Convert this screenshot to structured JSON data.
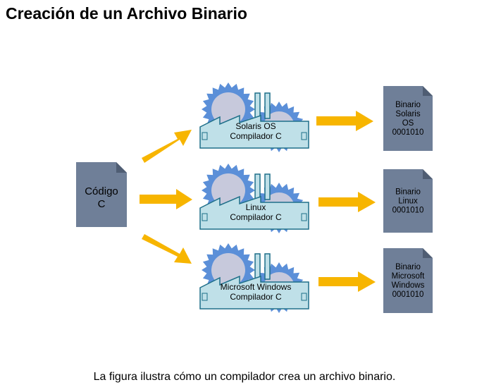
{
  "title": "Creación de un Archivo Binario",
  "source": {
    "line1": "Código",
    "line2": "C"
  },
  "compilers": [
    {
      "line1": "Solaris OS",
      "line2": "Compilador C"
    },
    {
      "line1": "Linux",
      "line2": "Compilador C"
    },
    {
      "line1": "Microsoft Windows",
      "line2": "Compilador C"
    }
  ],
  "binaries": [
    {
      "lines": [
        "Binario",
        "Solaris",
        "OS",
        "0001010"
      ]
    },
    {
      "lines": [
        "Binario",
        "Linux",
        "0001010"
      ]
    },
    {
      "lines": [
        "Binario",
        "Microsoft",
        "Windows",
        "0001010"
      ]
    }
  ],
  "caption": "La figura ilustra cómo un compilador crea un archivo binario.",
  "colors": {
    "document": "#6f7f98",
    "document_fold": "#4f5d73",
    "arrow": "#f7b500",
    "gear": "#5b8fd8",
    "factory": "#bfe0e8",
    "factory_stroke": "#1e6f89",
    "circle": "#c7c9dc"
  }
}
